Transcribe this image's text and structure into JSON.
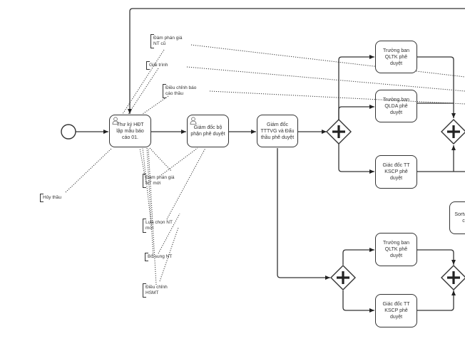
{
  "diagram": {
    "start_event": {
      "type": "start-event"
    },
    "tasks": [
      {
        "id": "t1",
        "label": "Thư ký HĐT lập mẫu báo cáo 01.",
        "has_user_icon": true
      },
      {
        "id": "t2",
        "label": "Giám đốc bộ phận phê duyệt",
        "has_user_icon": true
      },
      {
        "id": "t3",
        "label": "Giám đốc TTTVG và Đấu thầu phê duyệt",
        "has_user_icon": false
      },
      {
        "id": "t4",
        "label": "Trưởng ban QLTK phê duyệt",
        "has_user_icon": false
      },
      {
        "id": "t5",
        "label": "Trưởng ban QLDA phê duyệt",
        "has_user_icon": false
      },
      {
        "id": "t6",
        "label": "Giác đốc TT KSCP phê duyệt",
        "has_user_icon": false
      },
      {
        "id": "t7",
        "label": "Trưởng ban QLTK phê duyệt",
        "has_user_icon": false
      },
      {
        "id": "t8",
        "label": "Giác đốc TT KSCP phê duyệt",
        "has_user_icon": false
      },
      {
        "id": "t9",
        "label": "Sortv lại c",
        "has_user_icon": false
      }
    ],
    "gateways": [
      {
        "id": "g1",
        "type": "parallel"
      },
      {
        "id": "g2",
        "type": "parallel"
      },
      {
        "id": "g3",
        "type": "parallel"
      },
      {
        "id": "g4",
        "type": "parallel"
      }
    ],
    "annotations": [
      {
        "id": "a1",
        "text_lines": [
          "Đàm phán giá",
          "NT cũ"
        ]
      },
      {
        "id": "a2",
        "text_lines": [
          "Giải trình"
        ]
      },
      {
        "id": "a3",
        "text_lines": [
          "Điều chỉnh báo",
          "cáo thầu"
        ]
      },
      {
        "id": "a4",
        "text_lines": [
          "Hủy thầu"
        ]
      },
      {
        "id": "a5",
        "text_lines": [
          "Đàm phán giá",
          "NT mới"
        ]
      },
      {
        "id": "a6",
        "text_lines": [
          "Lựa chọn NT",
          "mới"
        ]
      },
      {
        "id": "a7",
        "text_lines": [
          "Bổ sung NT"
        ]
      },
      {
        "id": "a8",
        "text_lines": [
          "Điều chỉnh",
          "HSMT"
        ]
      }
    ],
    "colors": {
      "stroke": "#333333",
      "text": "#333333",
      "background": "#ffffff"
    }
  }
}
